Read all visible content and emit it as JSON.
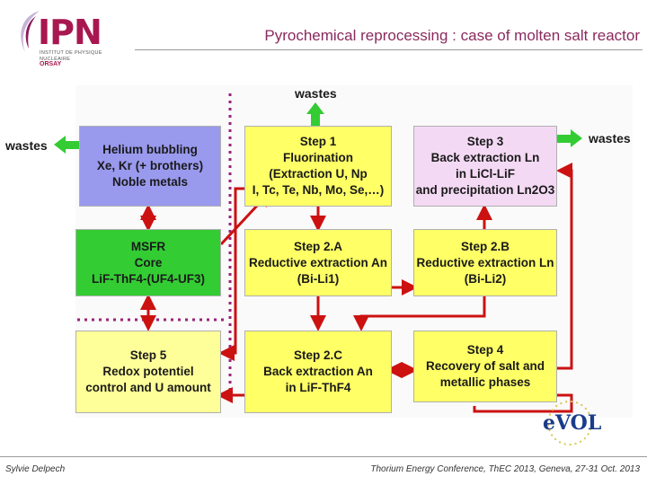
{
  "header": {
    "logo_text": "IPN",
    "logo_subtitle": "INSTITUT DE PHYSIQUE NUCLÉAIRE",
    "logo_city": "ORSAY",
    "title": "Pyrochemical reprocessing : case of molten salt reactor"
  },
  "labels": {
    "wastes_top": "wastes",
    "wastes_left": "wastes",
    "wastes_right": "wastes"
  },
  "boxes": {
    "helium": [
      "Helium bubbling",
      "Xe, Kr (+ brothers)",
      "Noble metals"
    ],
    "step1": [
      "Step 1",
      "Fluorination",
      "(Extraction U, Np",
      "I, Tc, Te, Nb, Mo, Se,…)"
    ],
    "step3": [
      "Step 3",
      "Back extraction Ln",
      "in LiCl-LiF",
      "and precipitation Ln2O3"
    ],
    "msfr": [
      "MSFR",
      "Core",
      "LiF-ThF4-(UF4-UF3)"
    ],
    "step2a": [
      "Step 2.A",
      "Reductive extraction An",
      "(Bi-Li1)"
    ],
    "step2b": [
      "Step 2.B",
      "Reductive extraction Ln",
      "(Bi-Li2)"
    ],
    "step5": [
      "Step 5",
      "Redox potentiel",
      "control and U amount"
    ],
    "step2c": [
      "Step 2.C",
      "Back extraction An",
      "in LiF-ThF4"
    ],
    "step4": [
      "Step 4",
      "Recovery of salt and",
      "metallic phases"
    ]
  },
  "logo_evol": "eVOL",
  "footer": {
    "author": "Sylvie Delpech",
    "conference": "Thorium Energy Conference, ThEC 2013, Geneva, 27-31 Oct. 2013"
  },
  "colors": {
    "title": "#8a2a5e",
    "arrow_red": "#cc1111",
    "arrow_green": "#33cc33",
    "dotted_line": "#99227a"
  }
}
